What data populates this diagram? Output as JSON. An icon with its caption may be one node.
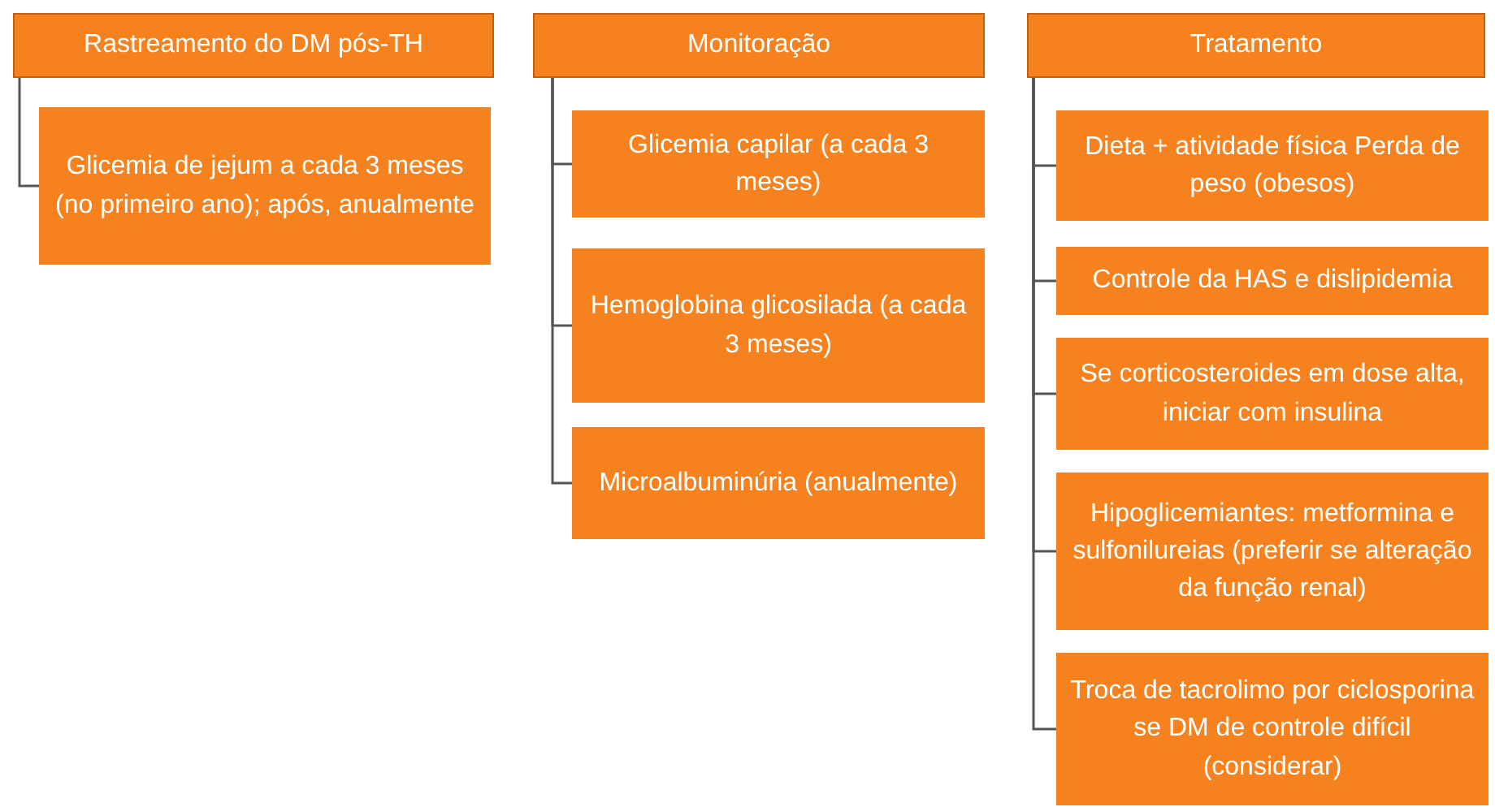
{
  "diagram": {
    "nodes": [
      {
        "text": [
          "Rastreamento do DM pós-TH"
        ]
      },
      {
        "text": [
          "Glicemia de jejum a cada 3 meses (no primeiro ano); após, anualmente"
        ]
      },
      {
        "text": [
          "Monitoração"
        ]
      },
      {
        "text": [
          "Glicemia capilar (a cada 3 meses)"
        ]
      },
      {
        "text": [
          "Hemoglobina glicosilada (a cada 3 meses)"
        ]
      },
      {
        "text": [
          "Microalbuminúria (anualmente)"
        ]
      },
      {
        "text": [
          "Tratamento"
        ]
      },
      {
        "text": [
          "Dieta + atividade física Perda de peso (obesos)"
        ]
      },
      {
        "text": [
          "Controle da HAS e dislipidemia"
        ]
      },
      {
        "text": [
          "Se corticosteroides em dose alta, iniciar com insulina"
        ]
      },
      {
        "text": [
          "Hipoglicemiantes: metformina e sulfonilureias (preferir se alteração da função renal)"
        ]
      },
      {
        "text": [
          "Troca de tacrolimo por ciclosporina se DM de controle difícil (considerar)"
        ]
      }
    ],
    "edges": [
      {
        "from": 0,
        "to": 1,
        "arrow": "none"
      },
      {
        "from": 2,
        "to": 3,
        "arrow": "none"
      },
      {
        "from": 2,
        "to": 4,
        "arrow": "none"
      },
      {
        "from": 2,
        "to": 5,
        "arrow": "none"
      },
      {
        "from": 6,
        "to": 7,
        "arrow": "none"
      },
      {
        "from": 6,
        "to": 8,
        "arrow": "none"
      },
      {
        "from": 6,
        "to": 9,
        "arrow": "none"
      },
      {
        "from": 6,
        "to": 10,
        "arrow": "none"
      },
      {
        "from": 6,
        "to": 11,
        "arrow": "none"
      }
    ]
  }
}
